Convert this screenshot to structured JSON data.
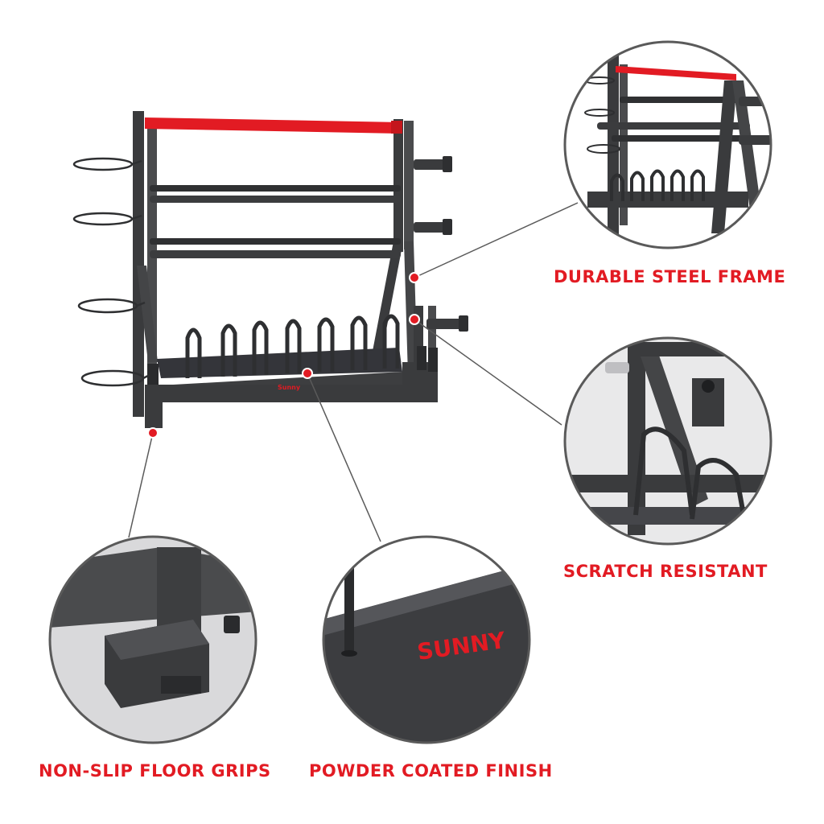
{
  "features": {
    "durable_frame": "DURABLE STEEL FRAME",
    "scratch_resistant": "SCRATCH RESISTANT",
    "floor_grips": "NON-SLIP FLOOR GRIPS",
    "powder_coated": "POWDER COATED FINISH"
  },
  "brand": {
    "logo_large": "SUNNY",
    "logo_small": "Sunny"
  },
  "colors": {
    "accent_red": "#e21b23",
    "frame_dark": "#3a3b3d",
    "circle_border": "#5a5a5a",
    "background": "#ffffff"
  }
}
